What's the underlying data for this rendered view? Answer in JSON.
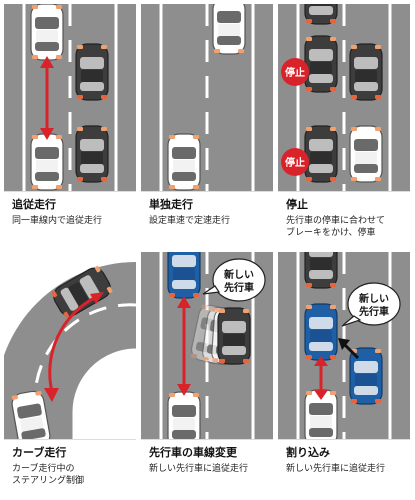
{
  "panels": [
    {
      "id": "follow",
      "title": "追従走行",
      "desc": "同一車線内で追従走行"
    },
    {
      "id": "single",
      "title": "単独走行",
      "desc": "設定車速で定速走行"
    },
    {
      "id": "stop",
      "title": "停止",
      "desc": "先行車の停車に合わせて\nブレーキをかけ、停車",
      "signs": [
        "停止",
        "停止"
      ]
    },
    {
      "id": "curve",
      "title": "カーブ走行",
      "desc": "カーブ走行中の\nステアリング制御"
    },
    {
      "id": "lanechange",
      "title": "先行車の車線変更",
      "desc": "新しい先行車に追従走行",
      "bubble": [
        "新しい",
        "先行車"
      ]
    },
    {
      "id": "cutin",
      "title": "割り込み",
      "desc": "新しい先行車に追従走行",
      "bubble": [
        "新しい",
        "先行車"
      ]
    }
  ],
  "colors": {
    "road": "#8e8e8e",
    "lane": "#ffffff",
    "arrow": "#d9232a",
    "sign": "#d9232a",
    "car_white": "#ffffff",
    "car_dark": "#3d3d3d",
    "car_blue": "#1f5fa6",
    "bg": "#ffffff"
  }
}
